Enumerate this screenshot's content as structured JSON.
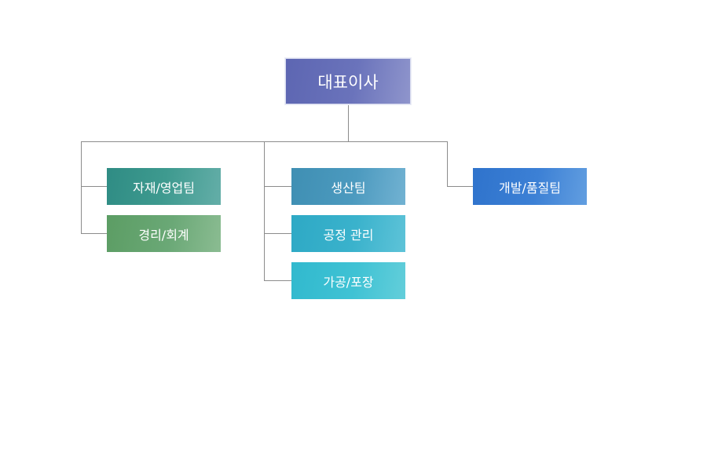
{
  "org_chart": {
    "ceo": {
      "label": "대표이사",
      "color": "#6a73bb"
    },
    "departments": [
      {
        "label": "자재/영업팀",
        "color": "#3e9a8f"
      },
      {
        "label": "경리/회계",
        "color": "#6aa876"
      },
      {
        "label": "생산팀",
        "color": "#4c9abf"
      },
      {
        "label": "공정 관리",
        "color": "#3ab2cc"
      },
      {
        "label": "가공/포장",
        "color": "#3fc2d4"
      },
      {
        "label": "개발/품질팀",
        "color": "#3c80d5"
      }
    ],
    "connector_color": "#8c8c8c"
  }
}
